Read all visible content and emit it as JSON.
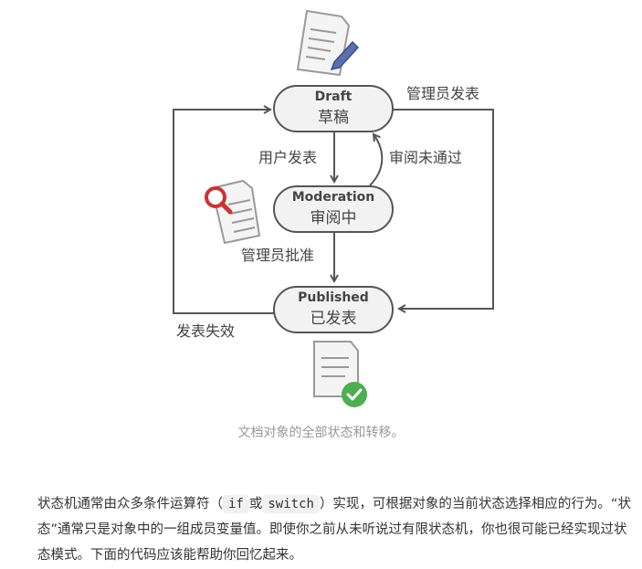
{
  "diagram": {
    "nodes": {
      "draft": {
        "title": "Draft",
        "subtitle": "草稿"
      },
      "moderation": {
        "title": "Moderation",
        "subtitle": "审阅中"
      },
      "published": {
        "title": "Published",
        "subtitle": "已发表"
      }
    },
    "edges": {
      "user_publish": "用户发表",
      "review_failed": "审阅未通过",
      "admin_approve": "管理员批准",
      "admin_publish": "管理员发表",
      "publish_expired": "发表失效"
    },
    "colors": {
      "node_fill": "#f2f2f2",
      "stroke": "#555555",
      "magnifier": "#cc3333",
      "check": "#4caf50",
      "pen": "#5a6fb0"
    },
    "icons": [
      "document-pen-icon",
      "document-magnifier-icon",
      "document-check-icon"
    ]
  },
  "caption": "文档对象的全部状态和转移。",
  "paragraph": {
    "part1": "状态机通常由众多条件运算符（",
    "code_if": "if",
    "or": "或",
    "code_switch": "switch",
    "part2": "）实现，可根据对象的当前状态选择相应的行为。“状态”通常只是对象中的一组成员变量值。即使你之前从未听说过有限状态机，你也很可能已经实现过状态模式。下面的代码应该能帮助你回忆起来。"
  }
}
